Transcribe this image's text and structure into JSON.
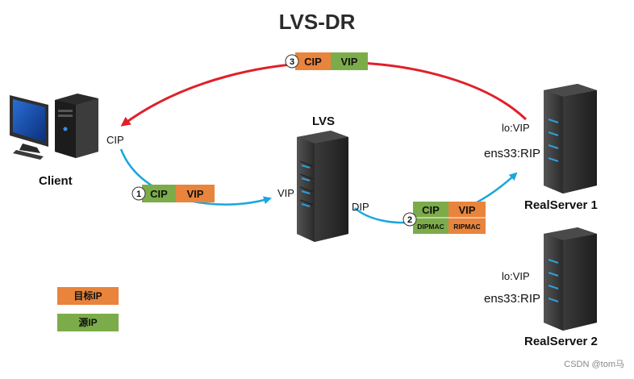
{
  "title": "LVS-DR",
  "nodes": {
    "client": "Client",
    "lvs": "LVS",
    "real_server_1": "RealServer  1",
    "real_server_2": "RealServer  2"
  },
  "labels": {
    "client_cip": "CIP",
    "lvs_vip": "VIP",
    "lvs_dip": "DIP",
    "rs1_lo": "lo:VIP",
    "rs1_ens": "ens33:RIP",
    "rs2_lo": "lo:VIP",
    "rs2_ens": "ens33:RIP"
  },
  "packets": {
    "p1": {
      "step": "1",
      "src": "CIP",
      "dst": "VIP"
    },
    "p2": {
      "step": "2",
      "src": "CIP",
      "dst": "VIP",
      "src_mac": "DIPMAC",
      "dst_mac": "RIPMAC"
    },
    "p3": {
      "step": "3",
      "src": "CIP",
      "dst": "VIP"
    }
  },
  "legend": [
    {
      "label": "目标IP",
      "color": "#e8843c"
    },
    {
      "label": "源IP",
      "color": "#7cac4a"
    }
  ],
  "colors": {
    "dst": "#e8843c",
    "src": "#7cac4a",
    "request_arrow": "#19a7dd",
    "response_arrow": "#e0202a"
  },
  "watermark": "CSDN @tom马"
}
